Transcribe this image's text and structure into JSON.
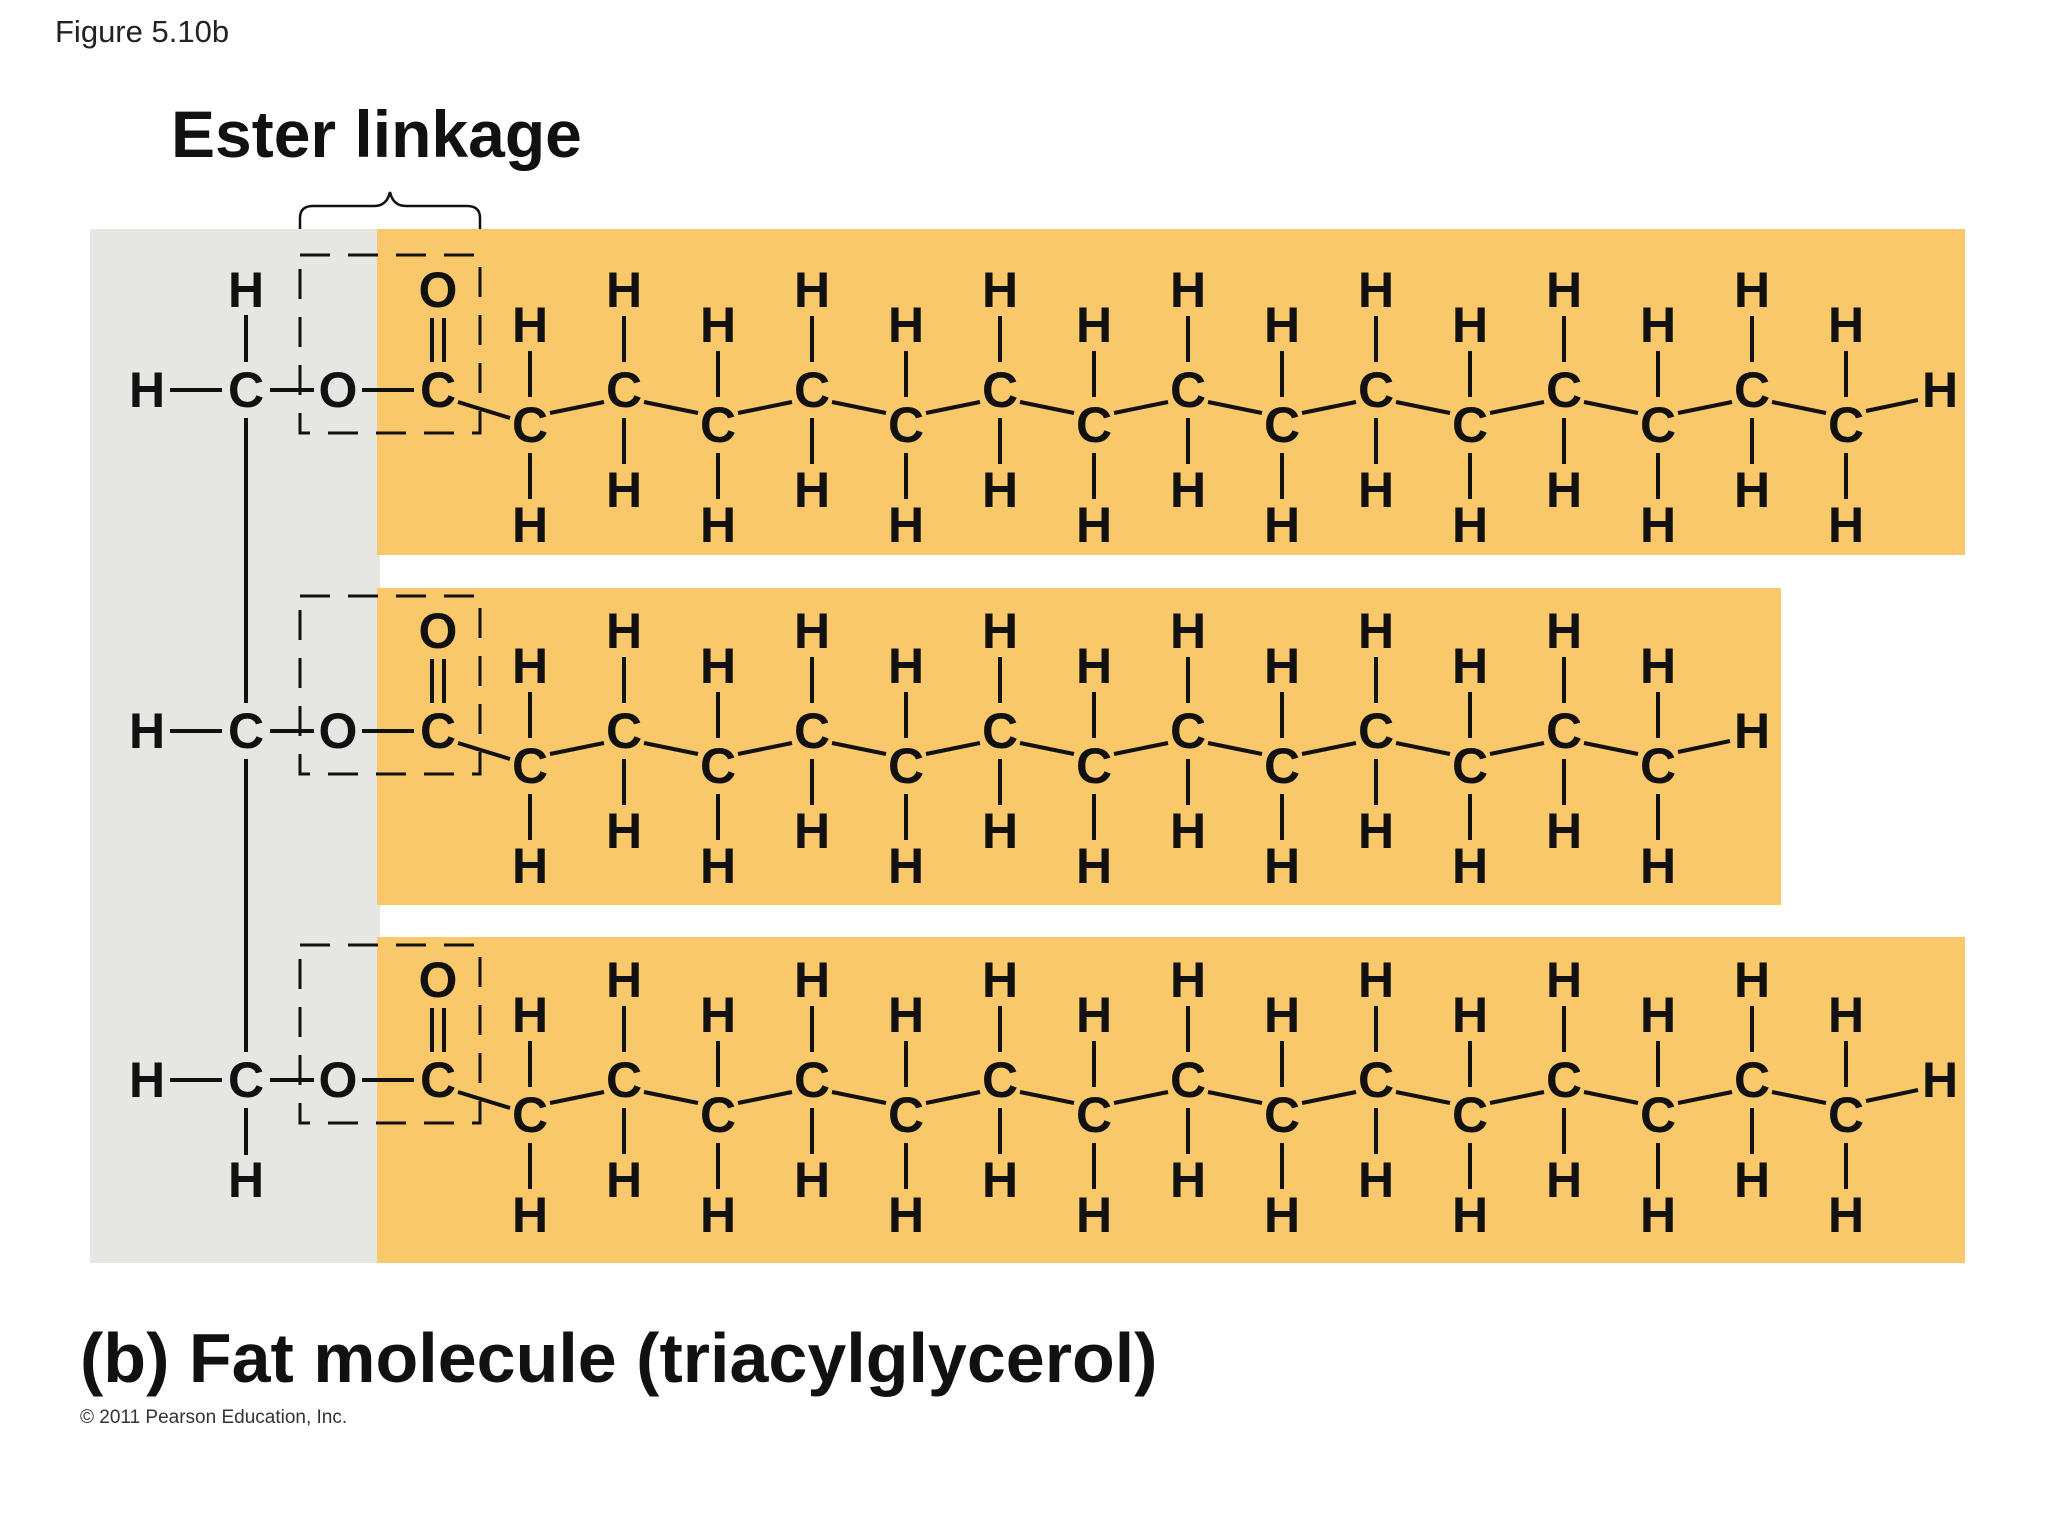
{
  "figure_label": "Figure 5.10b",
  "ester_title": "Ester linkage",
  "caption": "(b) Fat molecule (triacylglycerol)",
  "copyright": "© 2011 Pearson Education, Inc.",
  "colors": {
    "glycerol_bg": "#e6e6e3",
    "acid_bg": "#f8c86a",
    "bond": "#111111"
  },
  "atoms": {
    "hydrogen": "H",
    "carbon": "C",
    "oxygen": "O"
  },
  "molecule": {
    "glycerol_carbons": 3,
    "fatty_acid_chain_carbons": [
      16,
      14,
      16
    ]
  }
}
